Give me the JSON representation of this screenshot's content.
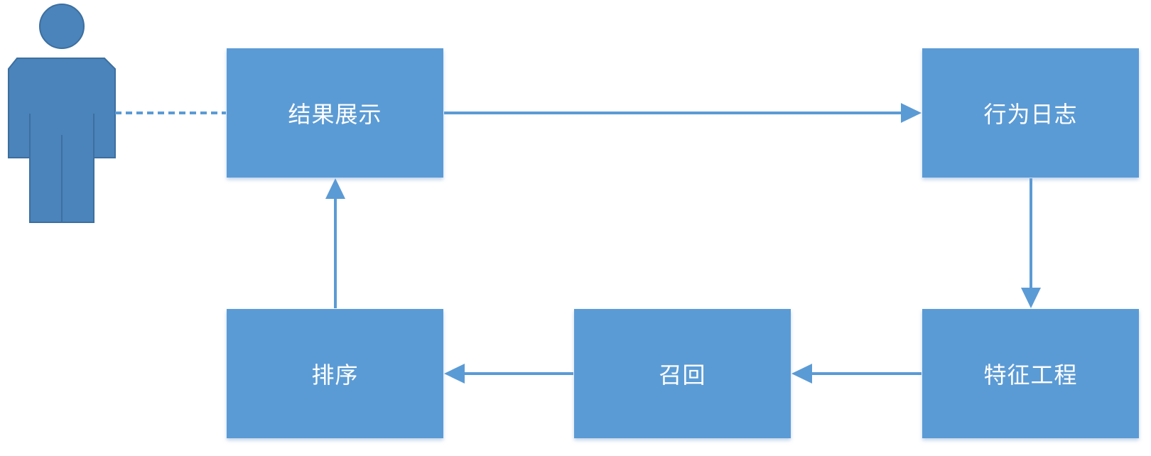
{
  "nodes": {
    "result_display": "结果展示",
    "behavior_log": "行为日志",
    "feature_engineering": "特征工程",
    "recall": "召回",
    "ranking": "排序"
  },
  "colors": {
    "node_fill": "#5b9bd5",
    "node_text": "#ffffff",
    "arrow": "#5b9bd5",
    "user_fill": "#4a84bb",
    "user_stroke": "#3d6f9f"
  },
  "icons": {
    "user": "user-figure-icon"
  },
  "edges": [
    {
      "from": "user",
      "to": "result_display",
      "style": "dashed"
    },
    {
      "from": "result_display",
      "to": "behavior_log",
      "style": "solid"
    },
    {
      "from": "behavior_log",
      "to": "feature_engineering",
      "style": "solid"
    },
    {
      "from": "feature_engineering",
      "to": "recall",
      "style": "solid"
    },
    {
      "from": "recall",
      "to": "ranking",
      "style": "solid"
    },
    {
      "from": "ranking",
      "to": "result_display",
      "style": "solid"
    }
  ]
}
